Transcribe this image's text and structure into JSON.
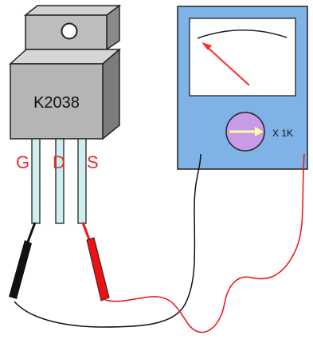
{
  "transistor": {
    "part_number": "K2038",
    "pins": {
      "gate": "G",
      "drain": "D",
      "source": "S"
    },
    "pin_label_color": "#e8302c"
  },
  "meter": {
    "range_label": "X 1K",
    "body_color": "#7fb2e6",
    "knob_color": "#c99ae6",
    "needle_color": "#ff2a2a"
  },
  "probes": {
    "black_color": "#111111",
    "red_color": "#ee1111"
  }
}
